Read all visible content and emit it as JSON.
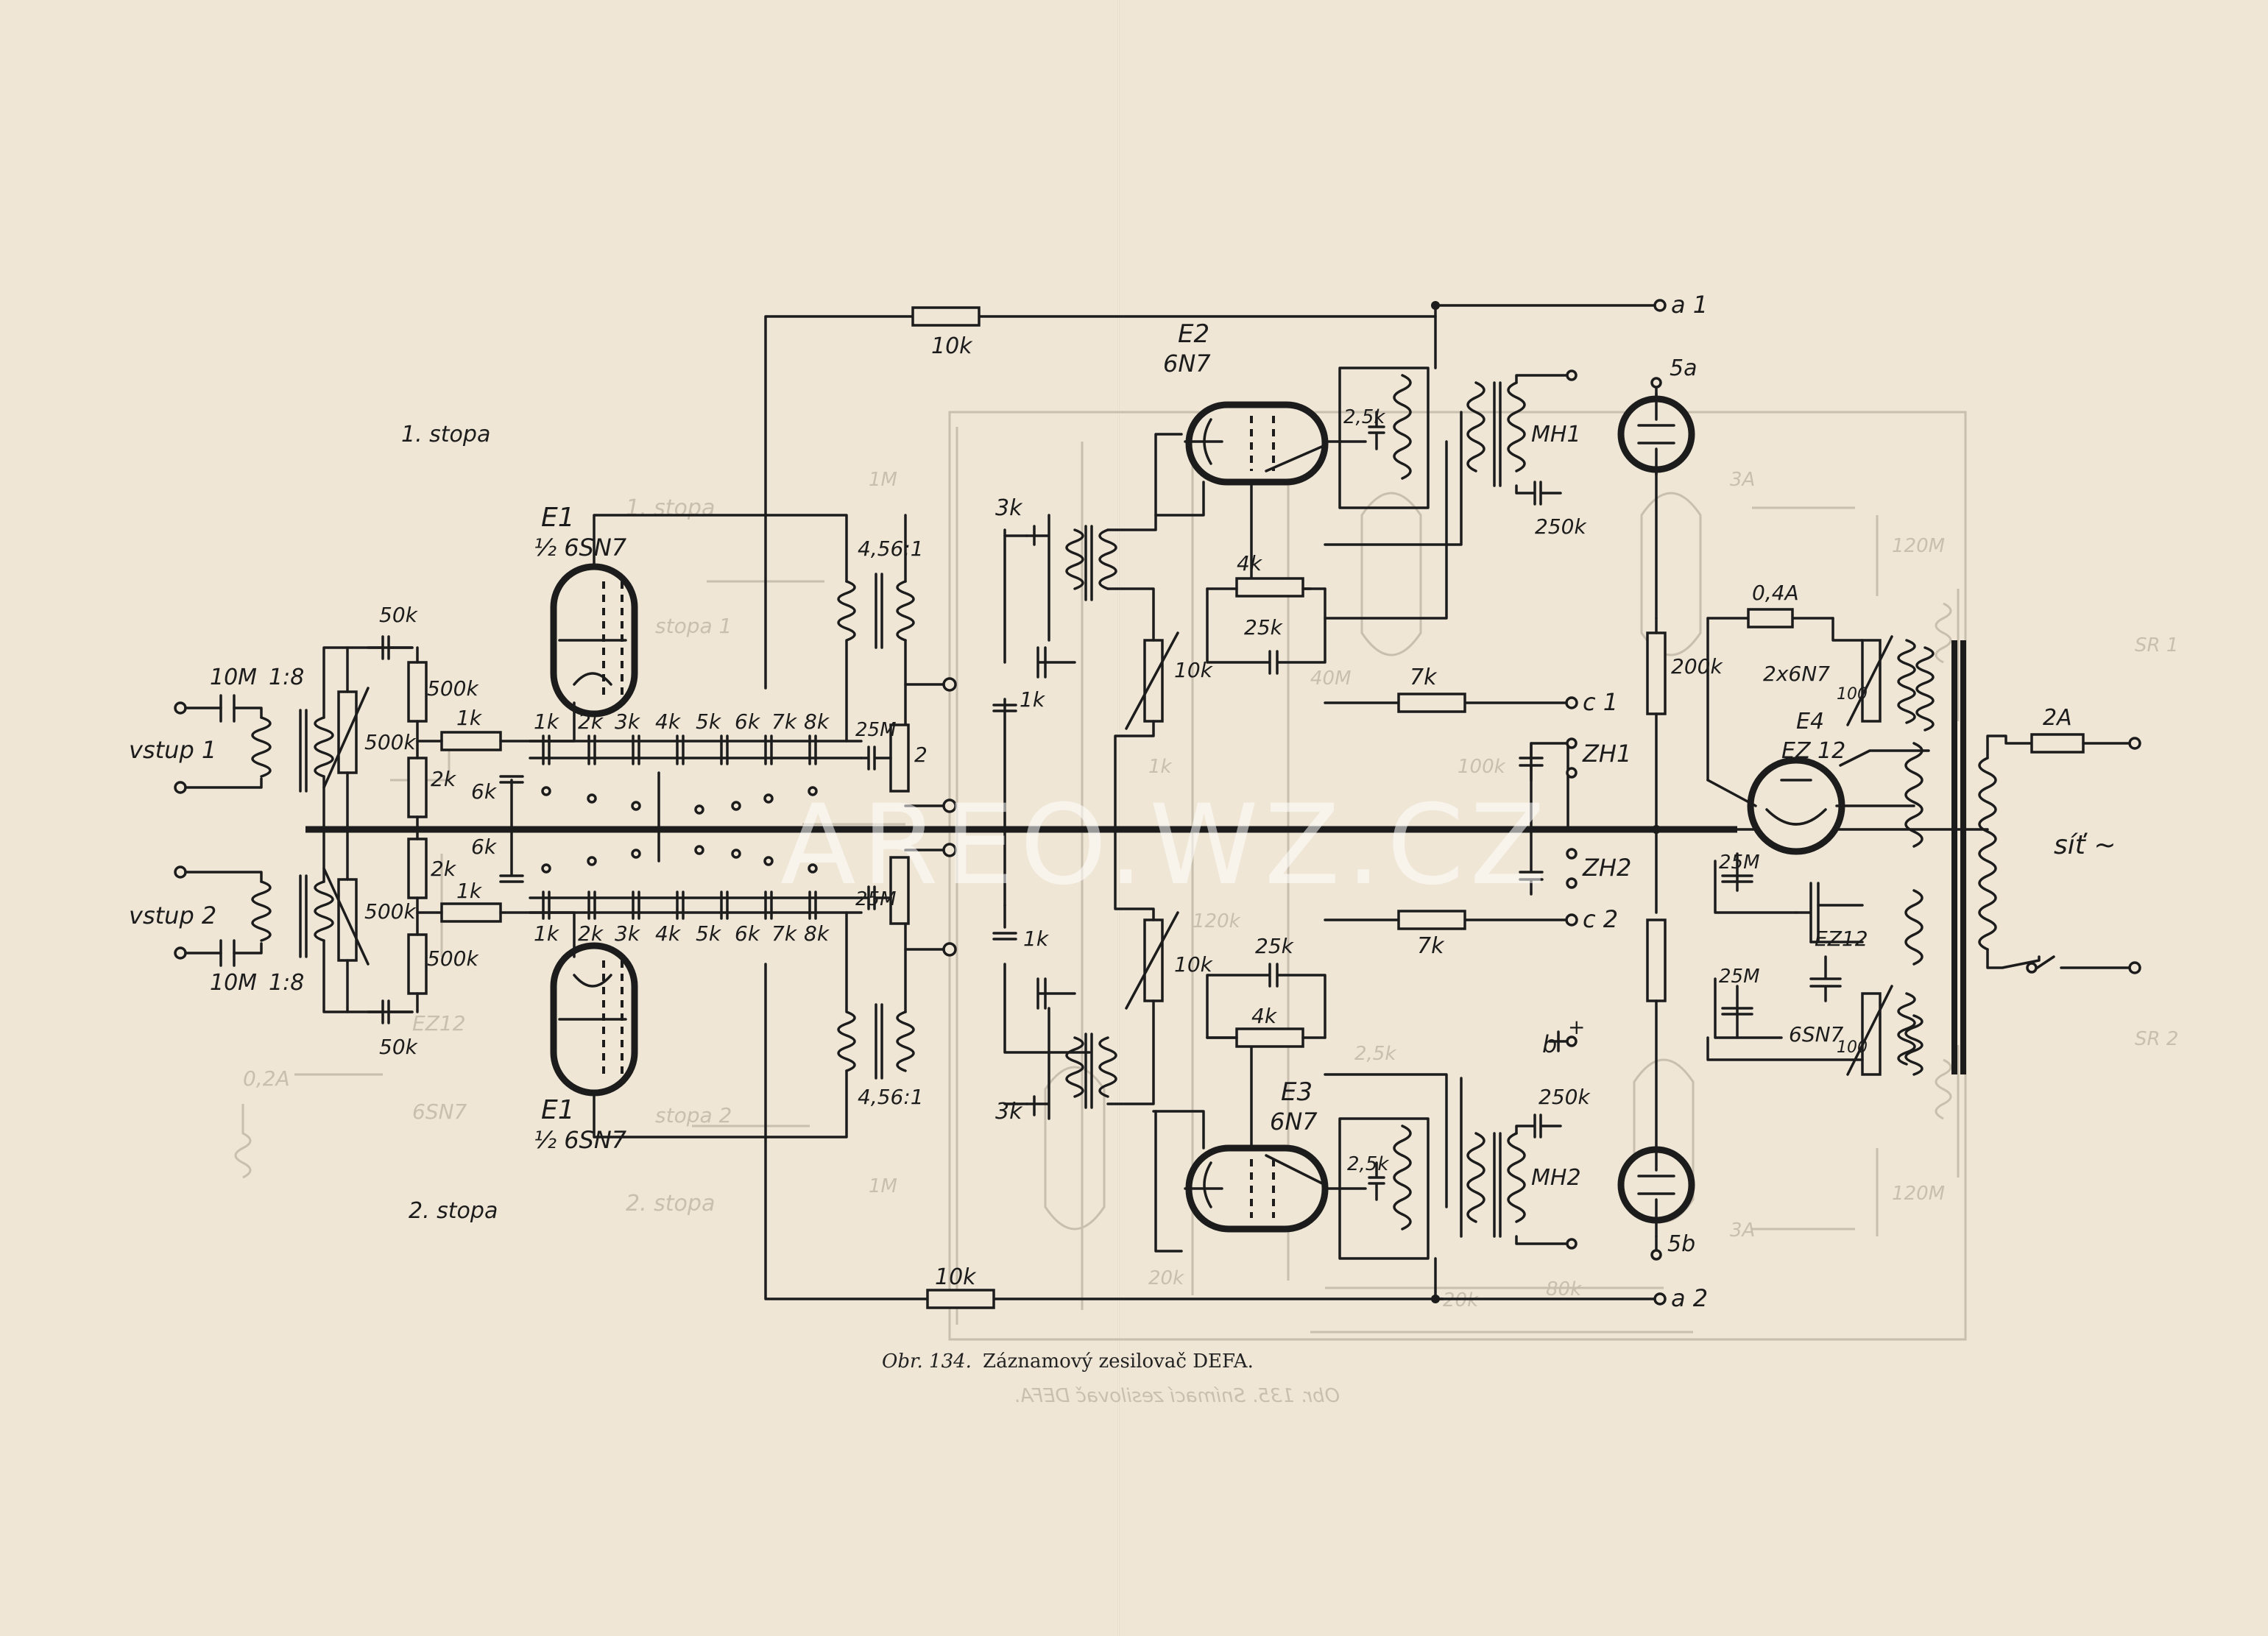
{
  "figure": {
    "caption_prefix": "Obr. 134.",
    "caption_title": "Záznamový zesilovač DEFA.",
    "mirrored_bleed_caption": "Obr. 135. Snímací zesilovač DEFA.",
    "watermark": "AREO.WZ.CZ"
  },
  "sections": {
    "track1": "1. stopa",
    "track2": "2. stopa"
  },
  "inputs": {
    "in1": "vstup 1",
    "in2": "vstup 2",
    "ratio1": "1:8",
    "ratio2": "1:8",
    "cap1": "10M",
    "cap2": "10M"
  },
  "tubes": {
    "e1_top_name": "E1",
    "e1_top_type": "½ 6SN7",
    "e1_bot_name": "E1",
    "e1_bot_type": "½ 6SN7",
    "e2_name": "E2",
    "e2_type": "6N7",
    "e3_name": "E3",
    "e3_type": "6N7",
    "e4_name": "E4",
    "e4_type": "EZ 12",
    "ez12_b": "EZ12",
    "twin_6n7": "2x6N7",
    "sn7_low": "6SN7",
    "tube_5a": "5a",
    "tube_5b": "5b"
  },
  "components": {
    "r_50k_top": "50k",
    "r_50k_bot": "50k",
    "r_500k_a": "500k",
    "r_500k_b": "500k",
    "r_500k_c": "500k",
    "r_500k_d": "500k",
    "r_1k_a": "1k",
    "r_1k_b": "1k",
    "r_2k_a": "2k",
    "r_2k_b": "2k",
    "c_6k_a": "6k",
    "c_6k_b": "6k",
    "eq_top": [
      "1k",
      "2k",
      "3k",
      "4k",
      "5k",
      "6k",
      "7k",
      "8k"
    ],
    "eq_bot": [
      "1k",
      "2k",
      "3k",
      "4k",
      "5k",
      "6k",
      "7k",
      "8k"
    ],
    "ratio_top": "4,56:1",
    "ratio_bot": "4,56:1",
    "c_25m_a": "25M",
    "c_25m_b": "25M",
    "r_2": "2",
    "r_10k_top": "10k",
    "r_10k_bot": "10k",
    "c_3k_top": "3k",
    "c_3k_bot": "3k",
    "c_1k_top": "1k",
    "c_1k_bot": "1k",
    "pot_10k_top": "10k",
    "pot_10k_bot": "10k",
    "r_4k_top": "4k",
    "r_4k_bot": "4k",
    "c_25k_top": "25k",
    "c_25k_bot": "25k",
    "c_25k_mh1": "2,5k",
    "c_25k_mh2": "2,5k",
    "c_250k_top": "250k",
    "c_250k_bot": "250k",
    "r_7k_top": "7k",
    "r_7k_bot": "7k",
    "r_200k": "200k",
    "fuse_04a": "0,4A",
    "fuse_2a": "2A",
    "c_25m_psu_a": "25M",
    "c_25m_psu_b": "25M",
    "pot_100_a": "100",
    "pot_100_b": "100"
  },
  "heads": {
    "mh1": "MH1",
    "mh2": "MH2",
    "zh1": "ZH1",
    "zh2": "ZH2"
  },
  "terminals": {
    "a1": "a 1",
    "a2": "a 2",
    "c1": "c 1",
    "c2": "c 2",
    "b": "b",
    "b_plus": "+",
    "mains": "síť ~"
  },
  "ghost_bleed": [
    "1. stopa",
    "2. stopa",
    "stopa 1",
    "stopa 2",
    "0,2A",
    "6SN7",
    "EZ12",
    "1M",
    "1M",
    "3A",
    "3A",
    "100k",
    "40M",
    "2,5k",
    "1k",
    "SR 1",
    "SR 2",
    "120M",
    "120M",
    "20k",
    "80k",
    "20k",
    "120k"
  ],
  "colors": {
    "paper": "#efe6d6",
    "ink": "#1c1c1c",
    "bleed": "#c9bfae"
  }
}
